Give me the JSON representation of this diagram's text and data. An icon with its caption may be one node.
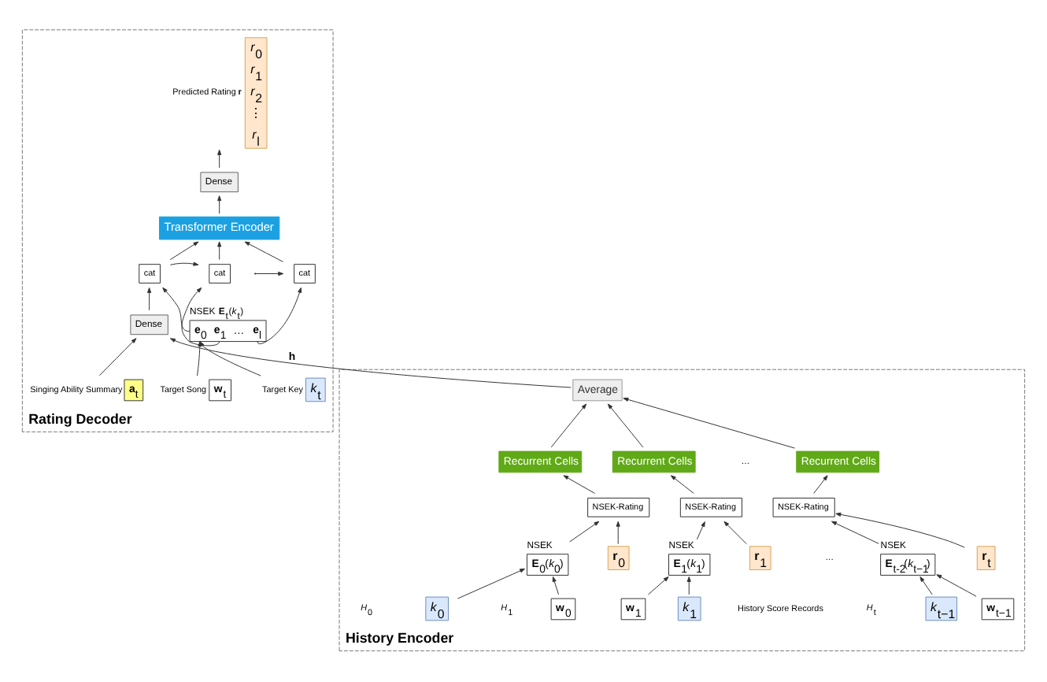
{
  "diagram": {
    "nodes": [
      {
        "text": [
          "Rating Decoder"
        ]
      },
      {
        "text": [
          "**w**$_{t}$"
        ],
        "beside": [
          "Target Song"
        ],
        "in": 0
      },
      {
        "text": [
          "*k*$_{t}$"
        ],
        "beside": [
          "Target Key"
        ],
        "in": 0
      },
      {
        "text": [
          "**a**$_{t}$"
        ],
        "beside": [
          "Singing Ability Summary"
        ],
        "in": 0
      },
      {
        "text": [
          "Dense"
        ],
        "in": 0
      },
      {
        "text": [
          "NSEK **E**$_{t}$(*k*$_{t}$)",
          "**e**$_{0}$",
          "**e**$_{1}$",
          "…",
          "**e**$_{l}$"
        ],
        "in": 0
      },
      {
        "text": [
          "cat"
        ],
        "in": 0
      },
      {
        "text": [
          "cat"
        ],
        "in": 0
      },
      {
        "text": [
          "cat"
        ],
        "in": 0
      },
      {
        "text": [
          "Transformer Encoder"
        ],
        "in": 0
      },
      {
        "text": [
          "Dense"
        ],
        "in": 0
      },
      {
        "text": [
          "*r*$_{0}$",
          "*r*$_{1}$",
          "*r*$_{2}$",
          "⋮",
          "*r*$_{l}$"
        ],
        "beside": [
          "Predicted Rating **r**"
        ],
        "in": 0
      },
      {
        "text": [
          "History Encoder"
        ]
      },
      {
        "text": [
          "Average"
        ],
        "in": 12
      },
      {
        "text": [
          "Recurrent Cells"
        ],
        "in": 12
      },
      {
        "text": [
          "Recurrent Cells"
        ],
        "in": 12
      },
      {
        "text": [
          "Recurrent Cells"
        ],
        "in": 12
      },
      {
        "text": [
          "NSEK-Rating"
        ],
        "in": 12
      },
      {
        "text": [
          "NSEK-Rating"
        ],
        "in": 12
      },
      {
        "text": [
          "NSEK-Rating"
        ],
        "in": 12
      },
      {
        "text": [
          "NSEK",
          "**E**$_{0}$(*k*$_{0}$)"
        ],
        "in": 12
      },
      {
        "text": [
          "**r**$_{0}$"
        ],
        "in": 12
      },
      {
        "text": [
          "**w**$_{0}$"
        ],
        "in": 12
      },
      {
        "text": [
          "*k*$_{0}$"
        ],
        "in": 12
      },
      {
        "text": [
          "NSEK",
          "**E**$_{1}$(*k*$_{1}$)"
        ],
        "in": 12
      },
      {
        "text": [
          "**r**$_{1}$"
        ],
        "in": 12
      },
      {
        "text": [
          "**w**$_{1}$"
        ],
        "in": 12
      },
      {
        "text": [
          "*k*$_{1}$"
        ],
        "in": 12
      },
      {
        "text": [
          "NSEK",
          "**E**$_{t-2}$(*k*$_{t−1}$)"
        ],
        "in": 12
      },
      {
        "text": [
          "**r**$_{t}$"
        ],
        "in": 12
      },
      {
        "text": [
          "**w**$_{t−1}$"
        ],
        "in": 12
      },
      {
        "text": [
          "*k*$_{t−1}$"
        ],
        "in": 12
      }
    ],
    "edges": [
      {
        "from": 1,
        "to": 5,
        "arrow": "to"
      },
      {
        "from": 2,
        "to": 5,
        "arrow": "to"
      },
      {
        "from": 3,
        "to": 4,
        "arrow": "to"
      },
      {
        "from": 13,
        "to": 4,
        "arrow": "to",
        "label": "**h**"
      },
      {
        "from": 4,
        "to": 6,
        "arrow": "to"
      },
      {
        "from": 6,
        "to": 7,
        "arrow": "to"
      },
      {
        "from": null,
        "to": 8,
        "arrow": "to"
      },
      {
        "from": 5,
        "to": 6,
        "arrow": "to"
      },
      {
        "from": 5,
        "to": 7,
        "arrow": "to"
      },
      {
        "from": 5,
        "to": 8,
        "arrow": "to"
      },
      {
        "from": 6,
        "to": 9,
        "arrow": "to"
      },
      {
        "from": 7,
        "to": 9,
        "arrow": "to"
      },
      {
        "from": 8,
        "to": 9,
        "arrow": "to"
      },
      {
        "from": 9,
        "to": 10,
        "arrow": "to"
      },
      {
        "from": 10,
        "to": 11,
        "arrow": "to"
      },
      {
        "from": 14,
        "to": 13,
        "arrow": "to"
      },
      {
        "from": 15,
        "to": 13,
        "arrow": "to"
      },
      {
        "from": 16,
        "to": 13,
        "arrow": "to"
      },
      {
        "from": 17,
        "to": 14,
        "arrow": "to"
      },
      {
        "from": 18,
        "to": 15,
        "arrow": "to"
      },
      {
        "from": 19,
        "to": 16,
        "arrow": "to"
      },
      {
        "from": 20,
        "to": 17,
        "arrow": "to"
      },
      {
        "from": 21,
        "to": 17,
        "arrow": "to"
      },
      {
        "from": 24,
        "to": 18,
        "arrow": "to"
      },
      {
        "from": 25,
        "to": 18,
        "arrow": "to"
      },
      {
        "from": 28,
        "to": 19,
        "arrow": "to"
      },
      {
        "from": 29,
        "to": 19,
        "arrow": "to"
      },
      {
        "from": 22,
        "to": 20,
        "arrow": "to"
      },
      {
        "from": 23,
        "to": 20,
        "arrow": "to"
      },
      {
        "from": 26,
        "to": 24,
        "arrow": "to"
      },
      {
        "from": 27,
        "to": 24,
        "arrow": "to"
      },
      {
        "from": 30,
        "to": 28,
        "arrow": "to"
      },
      {
        "from": 31,
        "to": 28,
        "arrow": "to"
      }
    ],
    "labels": [
      "…",
      "…",
      "*H*$_{0}$",
      "*H*$_{1}$",
      "History Score Records",
      "*H*$_{t}$"
    ]
  }
}
